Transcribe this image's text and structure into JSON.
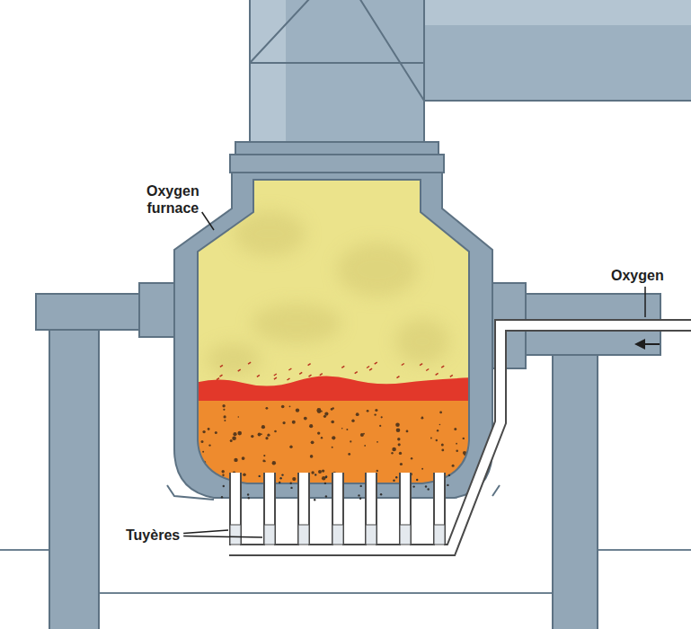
{
  "diagram": {
    "labels": [
      "Oxygen furnace",
      "Oxygen",
      "Tuyères"
    ]
  }
}
